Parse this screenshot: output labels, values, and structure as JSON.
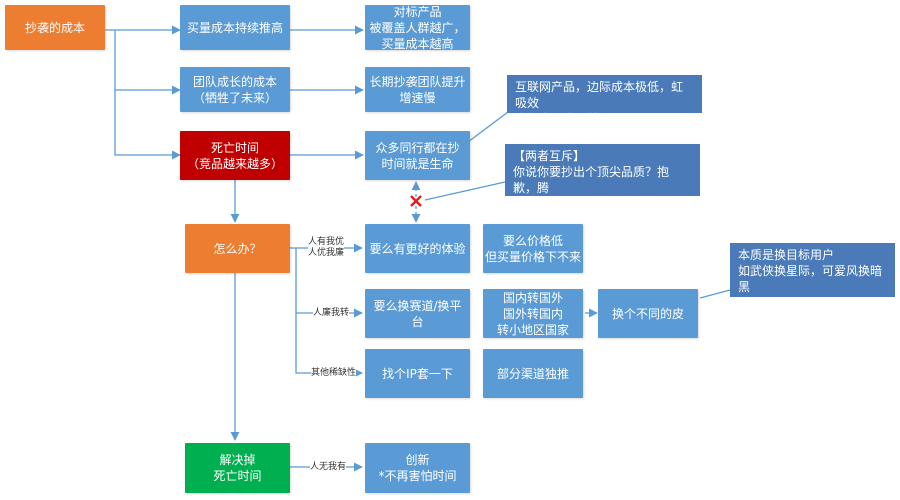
{
  "nodes": {
    "root": "抄袭的成本",
    "n1": "买量成本持续推高",
    "n1b": "对标产品\n被覆盖人群越广，\n买量成本越高",
    "n2": "团队成长的成本\n（牺牲了未来）",
    "n2b": "长期抄袭团队提升\n增速慢",
    "n3": "死亡时间\n（竞品越来越多）",
    "n3b": "众多同行都在抄\n时间就是生命",
    "how": "怎么办？",
    "opt1": "要么有更好的体验",
    "opt1b": "要么价格低\n但买量价格下不来",
    "opt2": "要么换赛道/换平\n台",
    "opt2b": "国内转国外\n国外转国内\n转小地区国家",
    "opt2c": "换个不同的皮",
    "opt3": "找个IP套一下",
    "opt3b": "部分渠道独推",
    "solve": "解决掉\n死亡时间",
    "solveb": "创新\n*不再害怕时间"
  },
  "callouts": {
    "internet": "互联网产品，边际成本极低，虹吸效\n应加大。晚了就是死。",
    "conflict": "【两者互斥】\n你说你要抄出个顶尖品质？抱歉，腾\n讯也是这么想的。",
    "essence": "本质是换目标用户\n如武侠换星际，可爱风换暗黑\n风"
  },
  "edge_labels": {
    "e1": "人有我优\n人优我廉",
    "e2": "人廉我转",
    "e3": "其他稀缺性",
    "e4": "人无我有"
  },
  "colors": {
    "orange": "#ed7d31",
    "blue": "#5b9bd5",
    "red": "#c00000",
    "green": "#00b050",
    "connector": "#5b9bd5",
    "cross": "#e02020"
  }
}
